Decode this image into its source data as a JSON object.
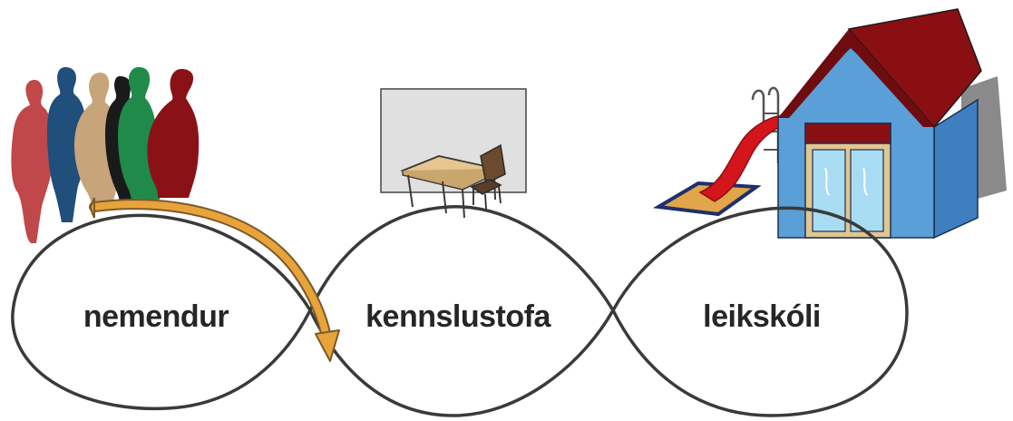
{
  "diagram": {
    "nodes": [
      {
        "id": "students",
        "label": "nemendur",
        "illustration": "people-silhouettes"
      },
      {
        "id": "classroom",
        "label": "kennslustofa",
        "illustration": "desk-chair-whiteboard"
      },
      {
        "id": "preschool",
        "label": "leikskóli",
        "illustration": "house-with-slide"
      }
    ],
    "edges": [
      {
        "from": "students",
        "to": "classroom",
        "style": "curved-arrow"
      }
    ],
    "colors": {
      "outline": "#3a3a3a",
      "arrow": "#e8a43a",
      "arrow_stroke": "#7a5a2a",
      "house_wall": "#5b9fd8",
      "house_roof": "#8a0f12",
      "slide": "#d4161c",
      "desk_top": "#e6c58f",
      "board": "#e0e0e0"
    }
  }
}
